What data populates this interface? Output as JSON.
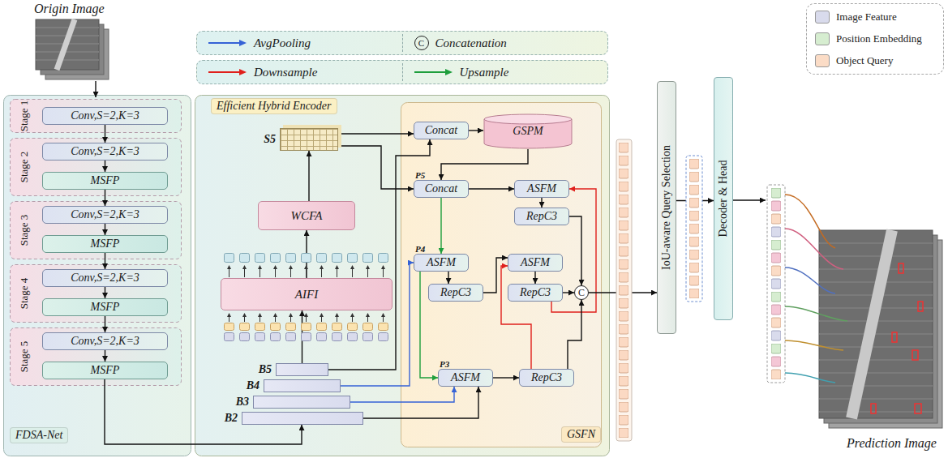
{
  "diagram": {
    "nodes": [
      {
        "text": [
          "FDSA-Net"
        ]
      },
      {
        "text": [
          "Stage 1"
        ],
        "in": 0
      },
      {
        "text": [
          "Conv,S=2,K=3"
        ],
        "in": 1
      },
      {
        "text": [
          "Stage 2"
        ],
        "in": 0
      },
      {
        "text": [
          "Conv,S=2,K=3"
        ],
        "in": 3
      },
      {
        "text": [
          "MSFP"
        ],
        "in": 3
      },
      {
        "text": [
          "Stage 3"
        ],
        "in": 0
      },
      {
        "text": [
          "Conv,S=2,K=3"
        ],
        "in": 6
      },
      {
        "text": [
          "MSFP"
        ],
        "in": 6
      },
      {
        "text": [
          "Stage 4"
        ],
        "in": 0
      },
      {
        "text": [
          "Conv,S=2,K=3"
        ],
        "in": 9
      },
      {
        "text": [
          "MSFP"
        ],
        "in": 9
      },
      {
        "text": [
          "Stage 5"
        ],
        "in": 0
      },
      {
        "text": [
          "Conv,S=2,K=3"
        ],
        "in": 12
      },
      {
        "text": [
          "MSFP"
        ],
        "in": 12
      },
      {
        "text": [
          "Efficient Hybrid Encoder"
        ]
      },
      {
        "text": [
          "S5"
        ],
        "in": 15
      },
      {
        "text": [
          "WCFA"
        ],
        "in": 15
      },
      {
        "text": [
          "AIFI"
        ],
        "in": 15
      },
      {
        "text": [
          "B5"
        ],
        "in": 15
      },
      {
        "text": [
          "B4"
        ],
        "in": 15
      },
      {
        "text": [
          "B3"
        ],
        "in": 15
      },
      {
        "text": [
          "B2"
        ],
        "in": 15
      },
      {
        "text": [
          "GSFN"
        ],
        "in": 15
      },
      {
        "text": [
          "Concat"
        ],
        "in": 23
      },
      {
        "text": [
          "GSPM"
        ],
        "in": 23
      },
      {
        "text": [
          "P5",
          "Concat"
        ],
        "in": 23
      },
      {
        "text": [
          "ASFM"
        ],
        "in": 23
      },
      {
        "text": [
          "RepC3"
        ],
        "in": 23
      },
      {
        "text": [
          "P4",
          "ASFM"
        ],
        "in": 23
      },
      {
        "text": [
          "RepC3"
        ],
        "in": 23
      },
      {
        "text": [
          "ASFM"
        ],
        "in": 23
      },
      {
        "text": [
          "RepC3"
        ],
        "in": 23
      },
      {
        "text": [
          "P3",
          "ASFM"
        ],
        "in": 23
      },
      {
        "text": [
          "RepC3"
        ],
        "in": 23
      },
      {
        "text": [
          "C"
        ],
        "in": 23
      },
      {
        "text": [
          "IoU-aware Query Selection"
        ]
      },
      {
        "text": [
          "Decoder & Head"
        ]
      }
    ],
    "edges": [
      {
        "from": 2,
        "to": 4,
        "arrow": "to"
      },
      {
        "from": 4,
        "to": 5,
        "arrow": "to"
      },
      {
        "from": 5,
        "to": 7,
        "arrow": "to"
      },
      {
        "from": 7,
        "to": 8,
        "arrow": "to"
      },
      {
        "from": 8,
        "to": 10,
        "arrow": "to"
      },
      {
        "from": 10,
        "to": 11,
        "arrow": "to"
      },
      {
        "from": 11,
        "to": 13,
        "arrow": "to"
      },
      {
        "from": 13,
        "to": 14,
        "arrow": "to"
      },
      {
        "from": 14,
        "to": 22,
        "arrow": "to"
      },
      {
        "from": 19,
        "to": 18,
        "arrow": "to"
      },
      {
        "from": 18,
        "to": 17,
        "arrow": "to"
      },
      {
        "from": 17,
        "to": 16,
        "arrow": "to"
      },
      {
        "from": 16,
        "to": 24,
        "arrow": "to"
      },
      {
        "from": 16,
        "to": 26,
        "arrow": "to"
      },
      {
        "from": 19,
        "to": 24,
        "arrow": "to"
      },
      {
        "from": 24,
        "to": 25,
        "arrow": "to"
      },
      {
        "from": 25,
        "to": 26,
        "arrow": "to"
      },
      {
        "from": 26,
        "to": 27,
        "arrow": "to"
      },
      {
        "from": 27,
        "to": 28,
        "arrow": "to"
      },
      {
        "from": 26,
        "to": 29,
        "arrow": "to"
      },
      {
        "from": 29,
        "to": 30,
        "arrow": "to"
      },
      {
        "from": 30,
        "to": 31,
        "arrow": "to"
      },
      {
        "from": 31,
        "to": 32,
        "arrow": "to"
      },
      {
        "from": 32,
        "to": 35,
        "arrow": "to"
      },
      {
        "from": 28,
        "to": 35,
        "arrow": "to"
      },
      {
        "from": 32,
        "to": 27,
        "arrow": "to"
      },
      {
        "from": 33,
        "to": 34,
        "arrow": "to"
      },
      {
        "from": 34,
        "to": 35,
        "arrow": "to"
      },
      {
        "from": 34,
        "to": 31,
        "arrow": "to"
      },
      {
        "from": 29,
        "to": 33,
        "arrow": "to"
      },
      {
        "from": 20,
        "to": 29,
        "arrow": "to"
      },
      {
        "from": 21,
        "to": 33,
        "arrow": "to"
      },
      {
        "from": 22,
        "to": 33,
        "arrow": "to"
      },
      {
        "from": 35,
        "to": 36,
        "arrow": "to"
      },
      {
        "from": 36,
        "to": 37,
        "arrow": "to"
      }
    ],
    "labels": [
      "Origin Image",
      "C",
      "Prediction Image"
    ],
    "legend": [
      {
        "text": "AvgPooling"
      },
      {
        "text": "Concatenation"
      },
      {
        "text": "Downsample"
      },
      {
        "text": "Upsample"
      },
      {
        "text": "Image Feature",
        "color": "#d9dbec"
      },
      {
        "text": "Position Embedding",
        "color": "#d6edd0"
      },
      {
        "text": "Object Query",
        "color": "#fbdcc6"
      }
    ]
  }
}
